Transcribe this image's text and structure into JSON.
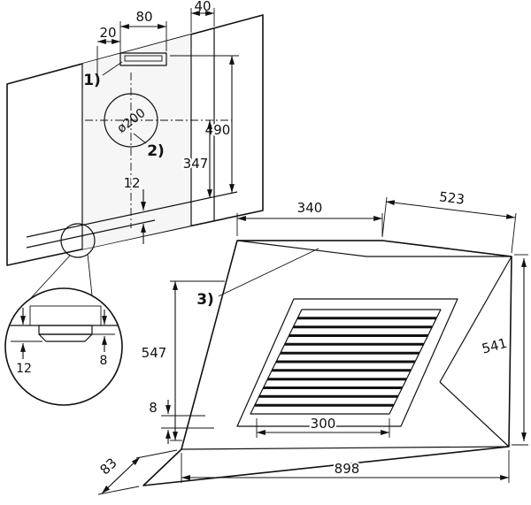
{
  "callouts": {
    "one": "1)",
    "two": "2)",
    "three": "3)"
  },
  "wall": {
    "dims": {
      "d20": "20",
      "d80": "80",
      "d40": "40",
      "d490": "490",
      "d347": "347",
      "d12": "12",
      "hole": "ø200"
    }
  },
  "detail": {
    "dims": {
      "d12": "12",
      "d8": "8"
    }
  },
  "hood": {
    "dims": {
      "d340": "340",
      "d523": "523",
      "d541": "541",
      "d547": "547",
      "d8": "8",
      "d300": "300",
      "d898": "898",
      "d83": "83"
    }
  }
}
